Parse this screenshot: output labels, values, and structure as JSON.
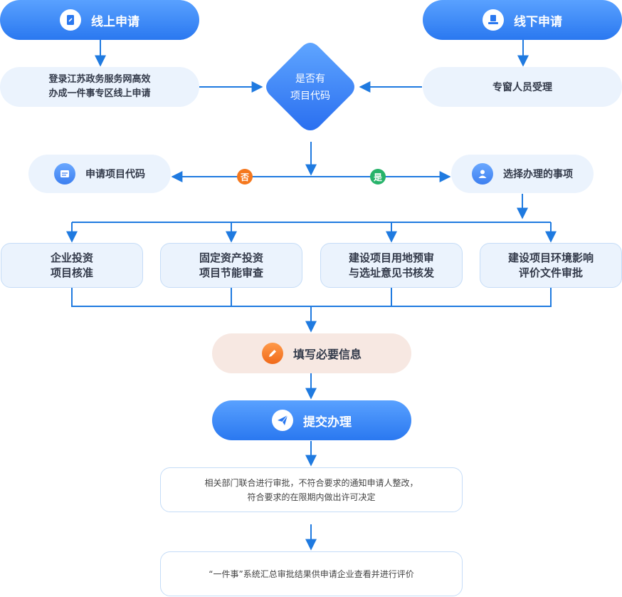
{
  "online": {
    "title": "线上申请",
    "icon": "edit-document-icon"
  },
  "offline": {
    "title": "线下申请",
    "icon": "counter-desk-icon"
  },
  "online_step": {
    "line1": "登录江苏政务服务网高效",
    "line2": "办成一件事专区线上申请"
  },
  "offline_step": {
    "label": "专窗人员受理"
  },
  "decision": {
    "line1": "是否有",
    "line2": "项目代码"
  },
  "branch_no": {
    "label": "否",
    "color": "#f5781e"
  },
  "branch_yes": {
    "label": "是",
    "color": "#27b36a"
  },
  "apply_code": {
    "label": "申请项目代码",
    "icon": "mail-icon"
  },
  "choose_item": {
    "label": "选择办理的事项",
    "icon": "person-icon"
  },
  "items": [
    {
      "line1": "企业投资",
      "line2": "项目核准"
    },
    {
      "line1": "固定资产投资",
      "line2": "项目节能审查"
    },
    {
      "line1": "建设项目用地预审",
      "line2": "与选址意见书核发"
    },
    {
      "line1": "建设项目环境影响",
      "line2": "评价文件审批"
    }
  ],
  "fill_info": {
    "label": "填写必要信息",
    "icon": "pencil-icon"
  },
  "submit": {
    "label": "提交办理",
    "icon": "paper-plane-icon"
  },
  "review_note": {
    "line1": "相关部门联合进行审批，不符合要求的通知申请人整改，",
    "line2": "符合要求的在限期内做出许可决定"
  },
  "summary_note": {
    "text": "“一件事”系统汇总审批结果供申请企业查看并进行评价"
  },
  "colors": {
    "accent": "#2a78f0",
    "line": "#1f7ae0",
    "light": "#ebf3fd",
    "pink": "#f7e8e2"
  }
}
